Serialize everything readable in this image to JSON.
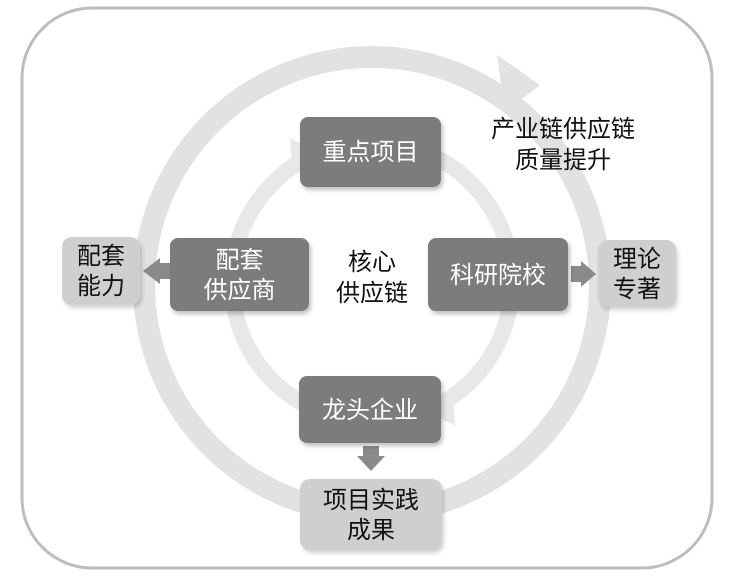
{
  "diagram": {
    "outer_ring_label": [
      "产业链供应链",
      "质量提升"
    ],
    "center_label": [
      "核心",
      "供应链"
    ],
    "nodes": {
      "top": [
        "重点项目"
      ],
      "left": [
        "配套",
        "供应商"
      ],
      "right": [
        "科研院校"
      ],
      "bottom": [
        "龙头企业"
      ],
      "left_output": [
        "配套",
        "能力"
      ],
      "right_output": [
        "理论",
        "专著"
      ],
      "bottom_output": [
        "项目实践",
        "成果"
      ]
    }
  },
  "colors": {
    "dark_box": "#7c7c7c",
    "light_box": "#cfcfcf",
    "ring": "#e2e2e2",
    "arrow": "#8a8a8a",
    "frame": "#bdbdbd"
  }
}
